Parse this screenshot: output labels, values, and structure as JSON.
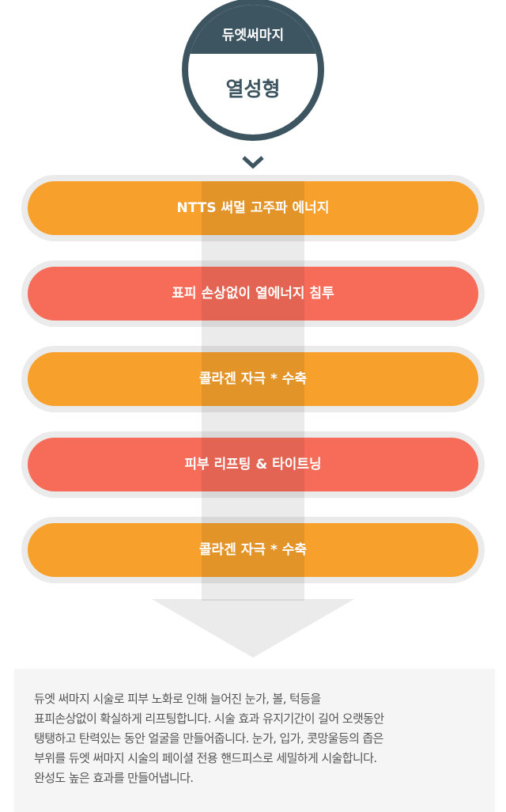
{
  "badge": {
    "label": "듀엣써마지",
    "title": "열성형"
  },
  "steps": [
    {
      "label": "NTTS 써멀 고주파 에너지",
      "color": "#f7a12c"
    },
    {
      "label": "표피 손상없이 열에너지 침투",
      "color": "#f76c59"
    },
    {
      "label": "콜라겐 자극 * 수축",
      "color": "#f7a12c"
    },
    {
      "label": "피부 리프팅 & 타이트닝",
      "color": "#f76c59"
    },
    {
      "label": "콜라겐 자극 * 수축",
      "color": "#f7a12c"
    }
  ],
  "description": {
    "lines": [
      "듀엣 써마지 시술로 피부 노화로 인해 늘어진 눈가, 볼, 턱등을",
      "표피손상없이 확실하게 리프팅합니다. 시술 효과 유지기간이 길어 오랫동안",
      "탱탱하고 탄력있는 동안 얼굴을 만들어줍니다. 눈가, 입가, 콧망울등의 좁은",
      "부위를 듀엣 써마지 시술의 페이셜 전용 핸드피스로 세밀하게 시술합니다.",
      "완성도 높은 효과를 만들어냅니다."
    ]
  },
  "colors": {
    "badge": "#3d5560",
    "orange": "#f7a12c",
    "coral": "#f76c59",
    "gray": "#ebebeb"
  }
}
